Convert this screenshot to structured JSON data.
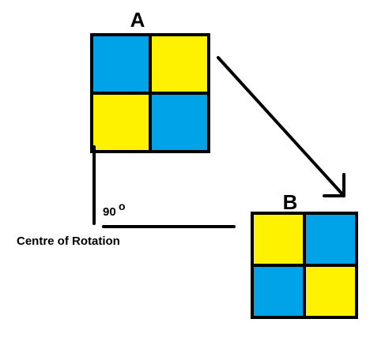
{
  "labels": {
    "shape_a": "A",
    "shape_b": "B",
    "angle_value": "90",
    "angle_unit": "o",
    "centre": "Centre of Rotation"
  },
  "colors": {
    "blue": "#00A2E8",
    "yellow": "#FFF200",
    "outline": "#000000"
  },
  "grids": {
    "a": [
      [
        "blue",
        "yellow"
      ],
      [
        "yellow",
        "blue"
      ]
    ],
    "b": [
      [
        "yellow",
        "blue"
      ],
      [
        "blue",
        "yellow"
      ]
    ]
  },
  "icons": {
    "arrow": "arrow-down-right-icon"
  }
}
